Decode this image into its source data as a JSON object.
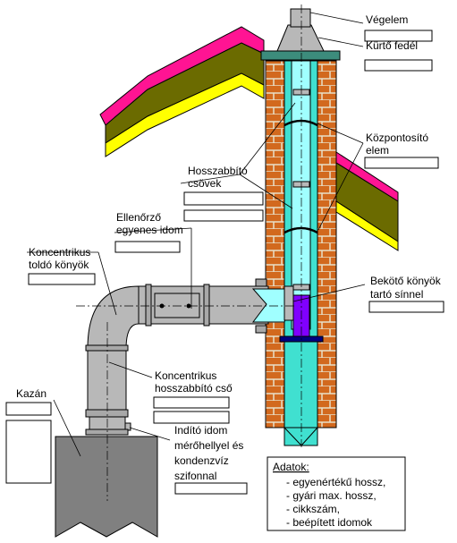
{
  "labels": {
    "vegelem": "Végelem",
    "kurto_fedel": "Kürtő fedél",
    "kozpontosito_1": "Központosító",
    "kozpontosito_2": "elem",
    "hosszabbito_1": "Hosszabbító",
    "hosszabbito_2": "csövek",
    "ellenorzo_1": "Ellenőrző",
    "ellenorzo_2": "egyenes idom",
    "konc_toldo_1": "Koncentrikus",
    "konc_toldo_2": "toldó könyök",
    "bekoto_1": "Bekötő könyök",
    "bekoto_2": "tartó sínnel",
    "konc_hossz_1": "Koncentrikus",
    "konc_hossz_2": "hosszabbító cső",
    "kazan": "Kazán",
    "indito_1": "Indító idom",
    "indito_2": "mérőhellyel és",
    "indito_3": "kondenzvíz",
    "indito_4": "szifonnal"
  },
  "info": {
    "title": "Adatok:",
    "items": [
      "- egyenértékű hossz,",
      "- gyári max. hossz,",
      "- cikkszám,",
      "- beépített idomok"
    ]
  },
  "colors": {
    "brick": "#d2691e",
    "mortar": "#e8e0c8",
    "roof_magenta": "#ff1493",
    "roof_olive": "#6b6b00",
    "roof_yellow": "#ffff00",
    "flue_outer": "#40e0d0",
    "flue_inner": "#a0ffff",
    "pipe_gray": "#b8b8b8",
    "boiler_gray": "#808080",
    "cap_teal": "#3c8c7c",
    "violet": "#8000ff",
    "navy": "#000080"
  }
}
